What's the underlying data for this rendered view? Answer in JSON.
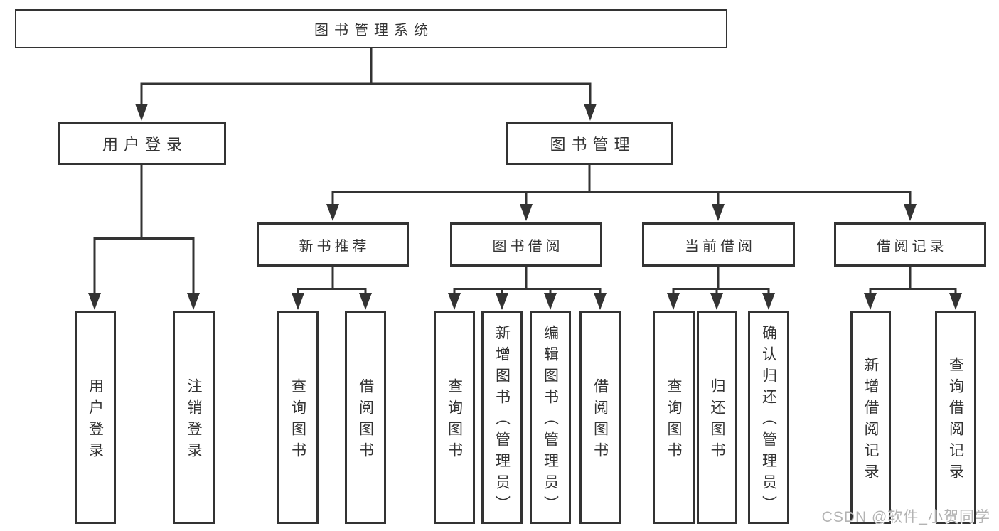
{
  "diagram": {
    "root": {
      "label": "图书管理系统"
    },
    "level2": [
      {
        "label": "用户登录"
      },
      {
        "label": "图书管理"
      }
    ],
    "level3": [
      {
        "label": "新书推荐"
      },
      {
        "label": "图书借阅"
      },
      {
        "label": "当前借阅"
      },
      {
        "label": "借阅记录"
      }
    ],
    "leaves": {
      "user_login": [
        {
          "label": "用户登录"
        },
        {
          "label": "注销登录"
        }
      ],
      "new_book": [
        {
          "label": "查询图书"
        },
        {
          "label": "借阅图书"
        }
      ],
      "book_borrow": [
        {
          "label": "查询图书"
        },
        {
          "label": "新增图书（管理员）"
        },
        {
          "label": "编辑图书（管理员）"
        },
        {
          "label": "借阅图书"
        }
      ],
      "current_borrow": [
        {
          "label": "查询图书"
        },
        {
          "label": "归还图书"
        },
        {
          "label": "确认归还（管理员）"
        }
      ],
      "borrow_record": [
        {
          "label": "新增借阅记录"
        },
        {
          "label": "查询借阅记录"
        }
      ]
    },
    "colors": {
      "line": "#333333",
      "text": "#333333",
      "background": "#ffffff",
      "watermark": "#b3b3b3"
    }
  },
  "watermark": {
    "text": "CSDN @软件_小贺同学"
  }
}
